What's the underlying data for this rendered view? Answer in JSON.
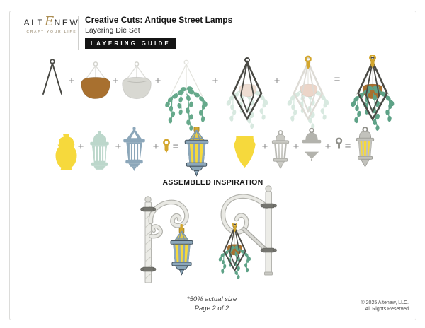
{
  "header": {
    "logo_part1": "ALT",
    "logo_ampersand": "E",
    "logo_part2": "NEW",
    "logo_tagline": "CRAFT YOUR LIFE",
    "title": "Creative Cuts: Antique Street Lamps",
    "subtitle": "Layering Die Set",
    "badge": "LAYERING GUIDE"
  },
  "operators": {
    "plus": "+",
    "equals": "="
  },
  "sections": {
    "inspiration_title": "ASSEMBLED INSPIRATION"
  },
  "footer": {
    "scale_note": "*50% actual size",
    "page_note": "Page 2 of 2",
    "copyright_line1": "© 2025 Altenew, LLC.",
    "copyright_line2": "All Rights Reserved"
  },
  "pieces": {
    "row1": [
      "hanger-top-die",
      "hanging-basket-terracotta-die",
      "hanging-basket-gray-die",
      "trailing-plant-die",
      "macrame-frame-die",
      "gold-ring-die",
      "assembled-hanging-planter"
    ],
    "lantern_a": [
      "lantern-glow-silhouette-die",
      "lantern-inner-layer-die",
      "lantern-frame-die",
      "gold-hook-die",
      "assembled-lantern-blue"
    ],
    "lantern_b": [
      "lantern-glow-shield-die",
      "lantern-open-frame-die",
      "lantern-cap-and-finial-dies",
      "ring-hook-die",
      "assembled-lantern-gray"
    ],
    "scenes": [
      "street-lamp-post-with-lantern",
      "wall-bracket-with-hanging-planter"
    ]
  },
  "colors": {
    "logo_gold": "#ab8d52",
    "badge_bg": "#141414",
    "yellow": "#f6d93c",
    "mint": "#bcd7cb",
    "blue_gray": "#8ca7ba",
    "outline_navy": "#44535f",
    "plant_green": "#66a98b",
    "faded_green": "#d8e9e0",
    "terracotta": "#a8702f",
    "pot_gray": "#d8d8d2",
    "frame_dark": "#4a4a45",
    "gold": "#d3a62d",
    "bracket_gray": "#e7e7e2",
    "operator_gray": "#8d8d8d"
  }
}
